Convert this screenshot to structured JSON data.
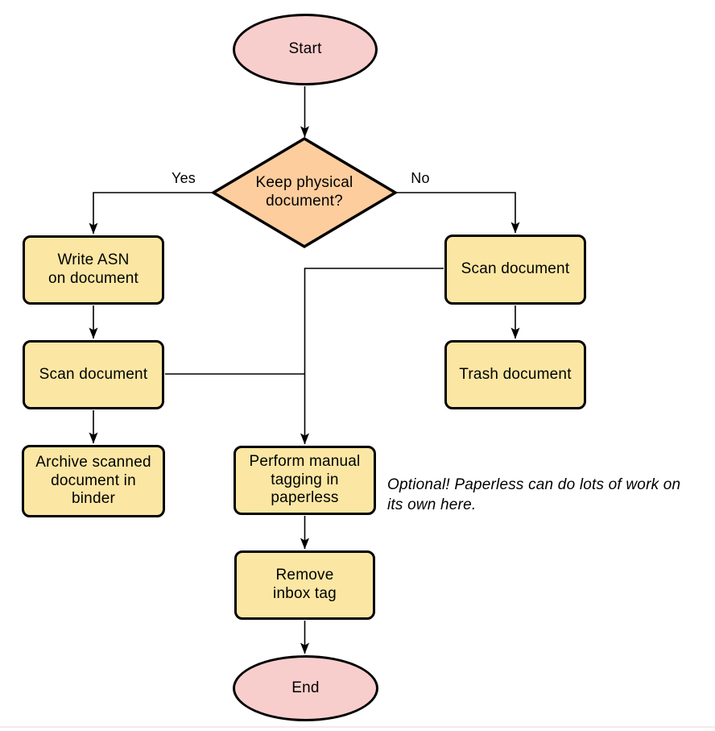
{
  "colors": {
    "terminal_fill": "#f8cecc",
    "decision_fill": "#fdcd9e",
    "process_fill": "#fbe7a3",
    "stroke": "#000000"
  },
  "nodes": {
    "start": {
      "label": "Start",
      "type": "terminal"
    },
    "decision": {
      "label": "Keep physical\ndocument?",
      "type": "decision"
    },
    "write_asn": {
      "label": "Write ASN\non document",
      "type": "process"
    },
    "scan_left": {
      "label": "Scan document",
      "type": "process"
    },
    "archive": {
      "label": "Archive scanned\ndocument in\nbinder",
      "type": "process"
    },
    "scan_right": {
      "label": "Scan document",
      "type": "process"
    },
    "trash": {
      "label": "Trash document",
      "type": "process"
    },
    "tagging": {
      "label": "Perform manual\ntagging in\npaperless",
      "type": "process"
    },
    "remove_inbox": {
      "label": "Remove\ninbox tag",
      "type": "process"
    },
    "end": {
      "label": "End",
      "type": "terminal"
    }
  },
  "edge_labels": {
    "yes": "Yes",
    "no": "No"
  },
  "annotation": {
    "text": "Optional! Paperless can do lots of work on\nits own here."
  }
}
